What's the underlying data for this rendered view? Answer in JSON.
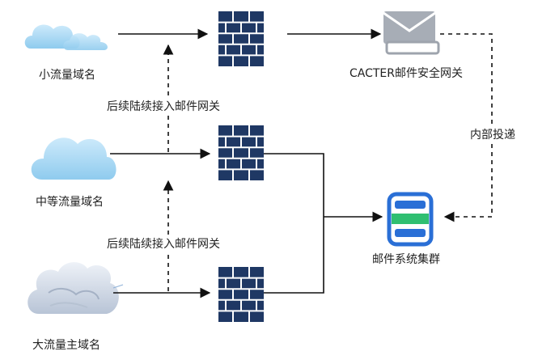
{
  "sources": {
    "small": {
      "label": "小流量域名"
    },
    "medium": {
      "label": "中等流量域名"
    },
    "large": {
      "label": "大流量主域名"
    }
  },
  "notes": {
    "upper": "后续陆续接入邮件网关",
    "lower": "后续陆续接入邮件网关"
  },
  "gateway": {
    "label": "CACTER邮件安全网关"
  },
  "delivery": {
    "label": "内部投递"
  },
  "cluster": {
    "label": "邮件系统集群"
  },
  "colors": {
    "firewall": "#1f3864",
    "cloud_light": "#a9d8f2",
    "cloud_storm": "#cfd8e6",
    "server_blue": "#2a6fd6",
    "server_green": "#2fbf71",
    "mail_gray": "#9ea4ad"
  }
}
